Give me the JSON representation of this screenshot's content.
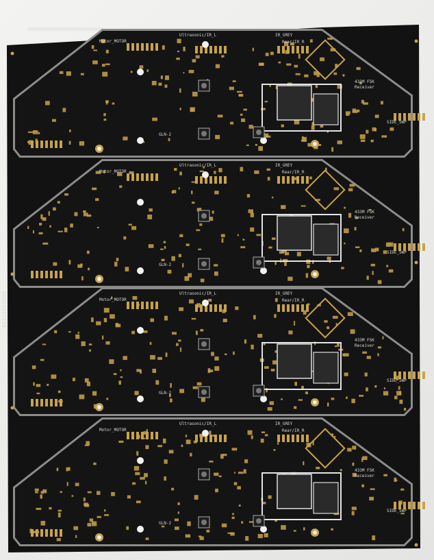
{
  "panel": {
    "id_text": "BE416553V00",
    "colors": {
      "background": "#ecece9",
      "solder_mask": "#121213",
      "gold": "#c9a24a",
      "silkscreen": "#d9d9d4",
      "routing_slot": "#8c8c8a"
    }
  },
  "boards": [
    {
      "labels": {
        "motor": "Motor_MOTOR",
        "ultrasonic": "Ultrasonic/IR_L",
        "grey": "IR_GREY",
        "rear": "Rear/IR_R",
        "receiver_1": "433M FSK",
        "receiver_2": "Receiver",
        "side": "SIDE_SWP",
        "part": "GLN-2"
      }
    },
    {
      "labels": {
        "motor": "Motor_MOTOR",
        "ultrasonic": "Ultrasonic/IR_L",
        "grey": "IR_GREY",
        "rear": "Rear/IR_R",
        "receiver_1": "433M FSK",
        "receiver_2": "Receiver",
        "side": "SIDE_SWP",
        "part": "GLN-2"
      }
    },
    {
      "labels": {
        "motor": "Motor_MOTOR",
        "ultrasonic": "Ultrasonic/IR_L",
        "grey": "IR_GREY",
        "rear": "Rear/IR_R",
        "receiver_1": "433M FSK",
        "receiver_2": "Receiver",
        "side": "SIDE_SWP",
        "part": "GLN-2"
      }
    },
    {
      "labels": {
        "motor": "Motor_MOTOR",
        "ultrasonic": "Ultrasonic/IR_L",
        "grey": "IR_GREY",
        "rear": "Rear/IR_R",
        "receiver_1": "433M FSK",
        "receiver_2": "Receiver",
        "side": "SIDE_SWP",
        "part": "GLN-2"
      }
    }
  ]
}
